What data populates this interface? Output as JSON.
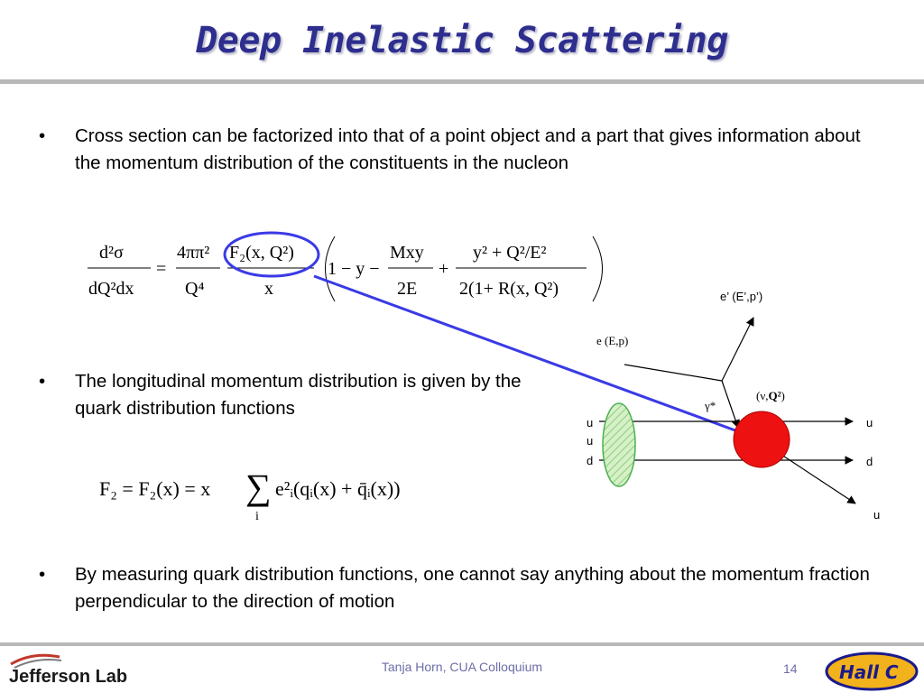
{
  "slide": {
    "title": "Deep Inelastic Scattering",
    "bullets": [
      "Cross section can be factorized into that of a point object and a part that gives information about the momentum distribution of the constituents in the nucleon",
      "The longitudinal momentum distribution is given by the quark distribution functions",
      "By measuring quark distribution functions, one cannot say anything about the momentum fraction perpendicular to the direction of motion"
    ],
    "bullet_symbol": "•"
  },
  "equations": {
    "cross_section": {
      "lhs_num": "d²σ",
      "lhs_den": "dQ²dx",
      "equals": "=",
      "f1_num": "4ππ²",
      "f1_den": "Q⁴",
      "f2_num": "F₂(x, Q²)",
      "f2_den": "x",
      "one_minus_y": "1 − y −",
      "f3_num": "Mxy",
      "f3_den": "2E",
      "plus": "+",
      "f4_num": "y² + Q²/E²",
      "f4_den": "2(1+ R(x, Q²)"
    },
    "structure_function": {
      "lhs": "F₂ = F₂(x) = x",
      "sum": "∑",
      "sum_index": "i",
      "rhs": "e²ᵢ(qᵢ(x) + q̄ᵢ(x))"
    }
  },
  "diagram": {
    "incoming_electron": "e (E,p)",
    "outgoing_electron": "e’ (E’,p’)",
    "virtual_photon": "γ*",
    "transfer": "(ν,",
    "transfer_bold": "Q²",
    "transfer_close": ")",
    "quarks_left": [
      "u",
      "u",
      "d"
    ],
    "quarks_right": [
      "u",
      "d"
    ],
    "struck_quark": "u",
    "colors": {
      "nucleon_fill": "#d6f0c8",
      "nucleon_stroke": "#4caf50",
      "vertex_fill": "#ee1111",
      "highlight": "#3a3ae6"
    }
  },
  "footer": {
    "presenter": "Tanja Horn, CUA Colloquium",
    "page": "14",
    "lab_logo_text": "Jefferson Lab",
    "hall_logo_text": "Hall C"
  },
  "colors": {
    "title": "#2e2e8f",
    "rule": "#b8b8b8",
    "footer_text": "#6d6da8"
  }
}
